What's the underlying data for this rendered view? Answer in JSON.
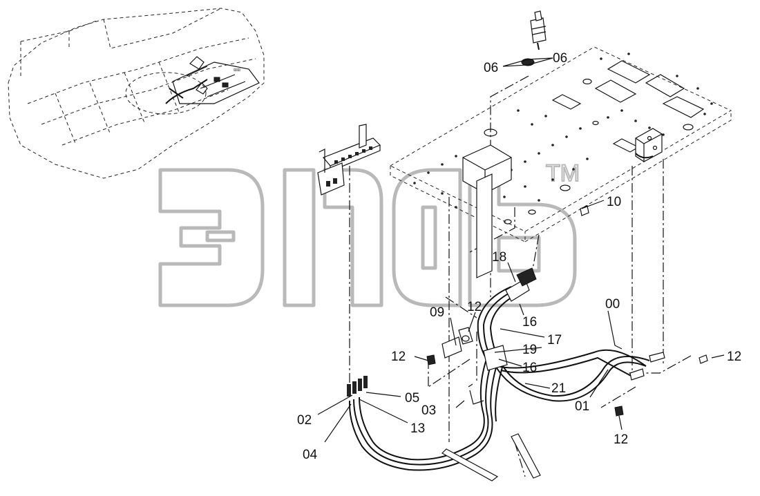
{
  "corner_mark": "",
  "watermark": {
    "trademark": "TM"
  },
  "callouts": {
    "c06a": "06",
    "c06b": "06",
    "c10": "10",
    "c18": "18",
    "c00": "00",
    "c09": "09",
    "c12a": "12",
    "c16a": "16",
    "c17": "17",
    "c19": "19",
    "c12b": "12",
    "c16b": "16",
    "c12c": "12",
    "c21": "21",
    "c05": "05",
    "c03": "03",
    "c01": "01",
    "c02": "02",
    "c13": "13",
    "c04": "04",
    "c12d": "12"
  }
}
